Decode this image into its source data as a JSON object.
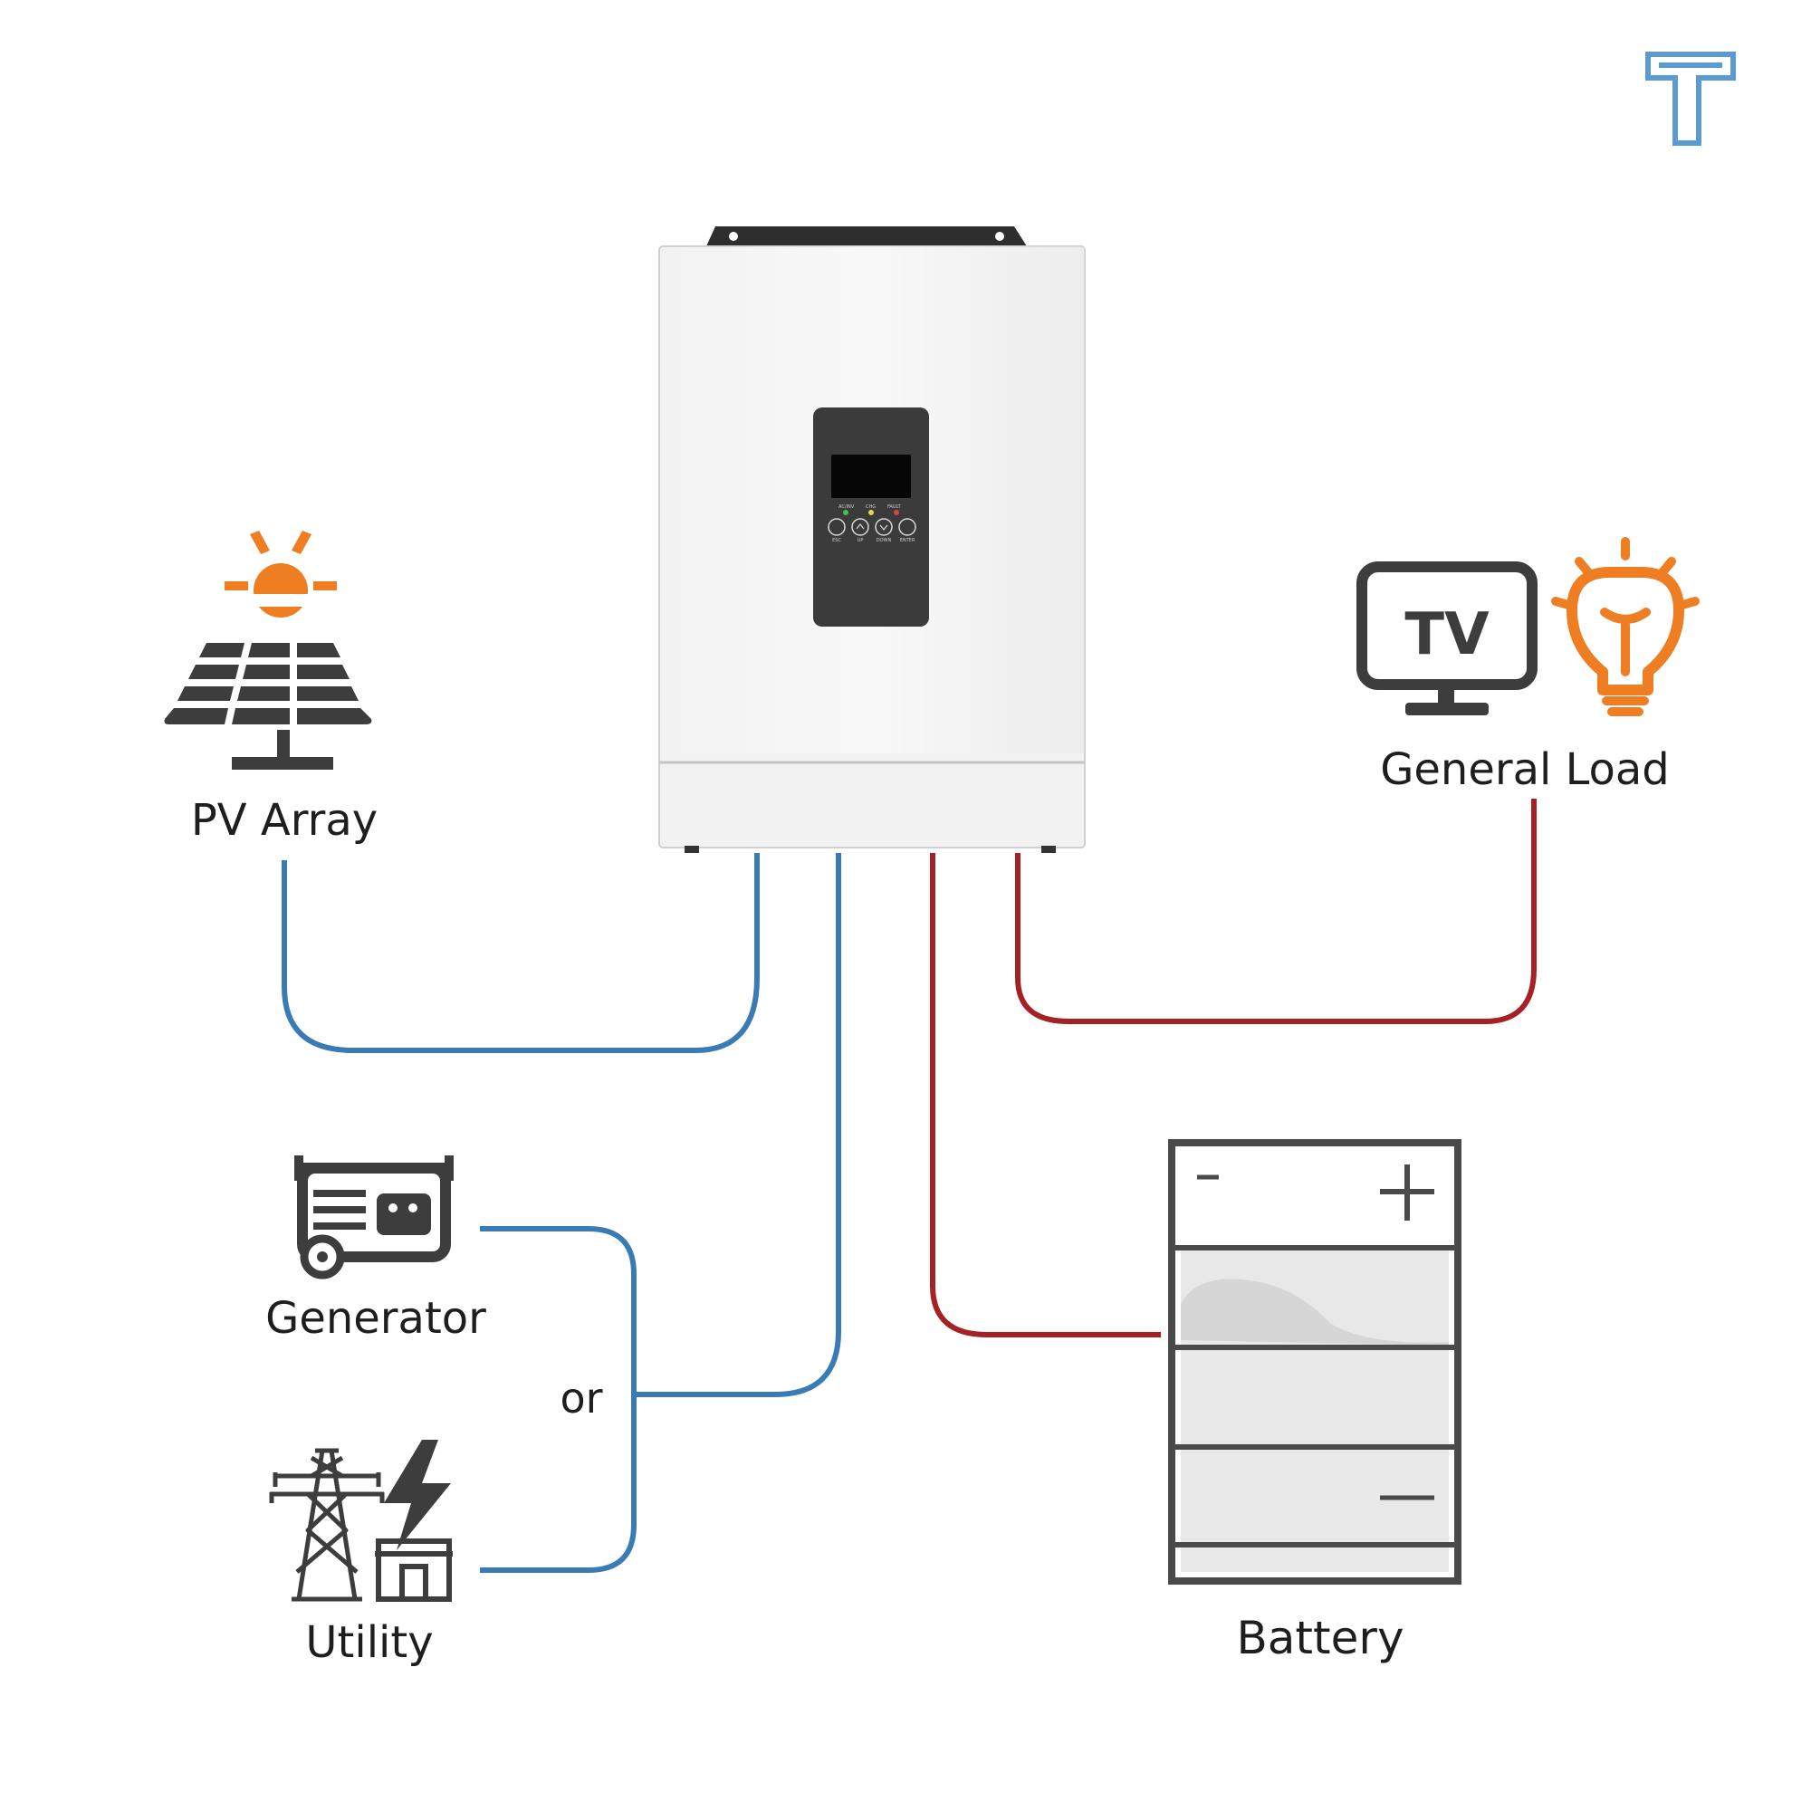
{
  "labels": {
    "pv_array": "PV Array",
    "general_load": "General Load",
    "generator": "Generator",
    "or": "or",
    "utility": "Utility",
    "battery": "Battery",
    "tv_text": "TV"
  },
  "inverter_panel": {
    "indicators": [
      "AC/INV",
      "CHG",
      "FAULT"
    ],
    "buttons": [
      "ESC",
      "UP",
      "DOWN",
      "ENTER"
    ]
  },
  "colors": {
    "dc_line": "#3a7bb5",
    "ac_line": "#a52126",
    "sun": "#ef7d22",
    "icon_dark": "#3d3d3d",
    "logo": "#5b9bd5"
  }
}
